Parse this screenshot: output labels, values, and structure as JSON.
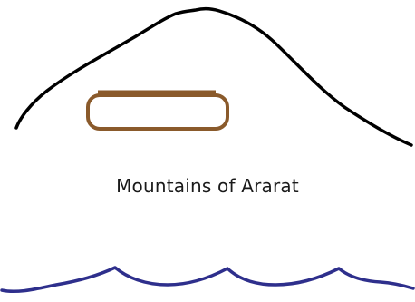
{
  "caption": "Mountains of Ararat",
  "icons": {
    "mountain": "mountain-outline",
    "ark": "ark-boat",
    "water": "wavy-water-line"
  },
  "colors": {
    "mountain": "#000000",
    "ark": "#8a5a2b",
    "water": "#2e2f8c",
    "background": "#ffffff"
  }
}
